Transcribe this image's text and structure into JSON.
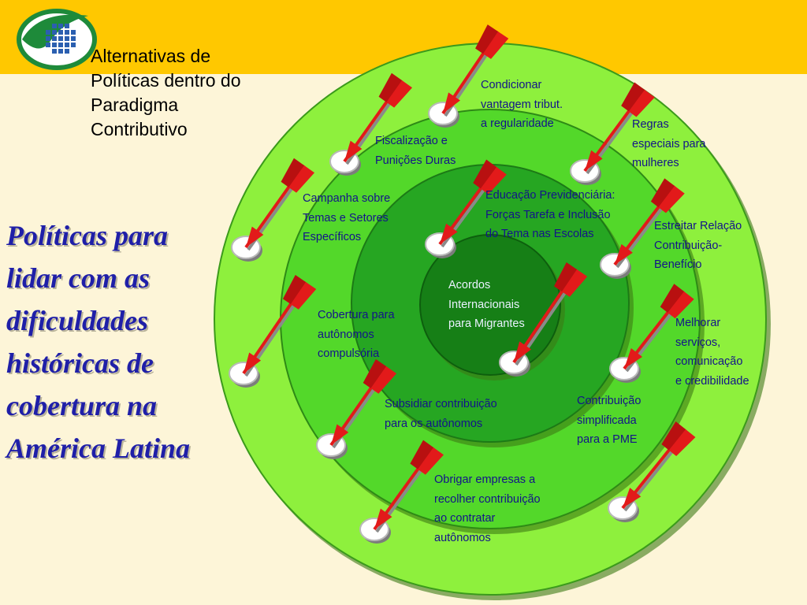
{
  "title_lines": [
    "Alternativas de",
    "Políticas dentro do",
    "Paradigma",
    "Contributivo"
  ],
  "heading_lines": [
    "Políticas para",
    "lidar com as",
    "dificuldades",
    "históricas de",
    "cobertura na",
    "América Latina"
  ],
  "labels": {
    "condicionar": [
      "Condicionar",
      "vantagem tribut.",
      "a regularidade"
    ],
    "regras": [
      "Regras",
      "especiais para",
      "mulheres"
    ],
    "fiscalizacao": [
      "Fiscalização e",
      "Punições Duras"
    ],
    "campanha": [
      "Campanha sobre",
      "Temas e Setores",
      "Específicos"
    ],
    "educacao": [
      "Educação Previdenciária:",
      "Forças Tarefa e Inclusão",
      "do Tema nas Escolas"
    ],
    "estreitar": [
      "Estreitar Relação",
      "Contribuição-",
      "Benefício"
    ],
    "acordos": [
      "Acordos",
      "Internacionais",
      "para Migrantes"
    ],
    "cobertura": [
      "Cobertura para",
      "autônomos",
      "compulsória"
    ],
    "melhorar": [
      "Melhorar",
      "serviços,",
      "comunicação",
      "e credibilidade"
    ],
    "subsidiar": [
      "Subsidiar contribuição",
      "para os autônomos"
    ],
    "contribuicao": [
      "Contribuição",
      "simplificada",
      "para a PME"
    ],
    "obrigar": [
      "Obrigar empresas a",
      "recolher contribuição",
      "ao contratar",
      "autônomos"
    ]
  },
  "colors": {
    "band": "#ffc800",
    "background": "#fdf5d8",
    "ring_outer": "#8ef03c",
    "ring_second": "#52d82a",
    "ring_third": "#26a622",
    "ring_core": "#157f17",
    "arrow": "#e21a1a",
    "heading": "#1f1fa8",
    "label": "#13138a"
  }
}
